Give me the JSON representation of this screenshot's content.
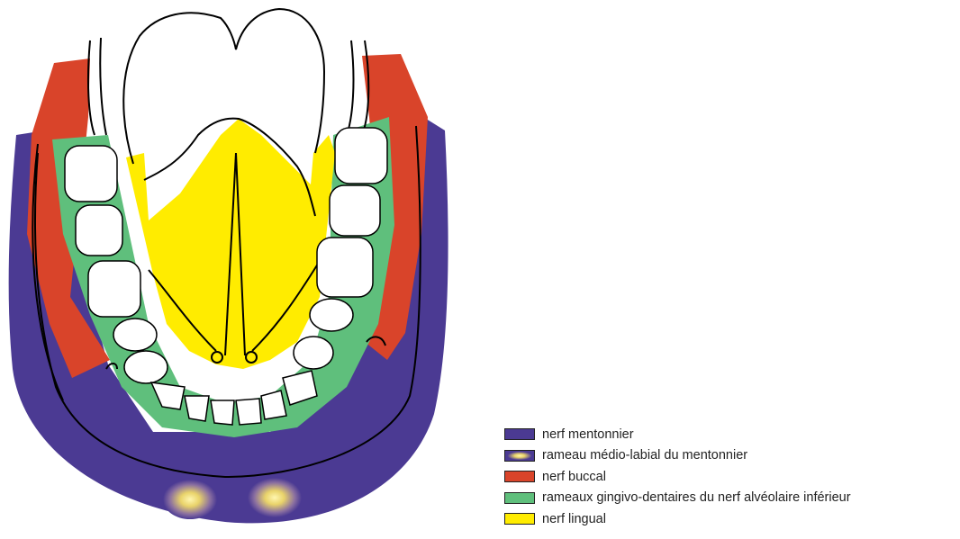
{
  "legend": [
    {
      "id": "mentonnier",
      "label": "nerf mentonnier",
      "color": "#4b3a93",
      "style": "solid"
    },
    {
      "id": "medio-labial",
      "label": "rameau médio-labial du mentonnier",
      "color": "#4b3a93",
      "glow": "#f3e27a",
      "style": "radial"
    },
    {
      "id": "buccal",
      "label": "nerf buccal",
      "color": "#d9442a",
      "style": "solid"
    },
    {
      "id": "gingivo",
      "label": "rameaux gingivo-dentaires du nerf alvéolaire inférieur",
      "color": "#5fbf7c",
      "style": "solid"
    },
    {
      "id": "lingual",
      "label": "nerf lingual",
      "color": "#ffec00",
      "style": "solid"
    }
  ]
}
